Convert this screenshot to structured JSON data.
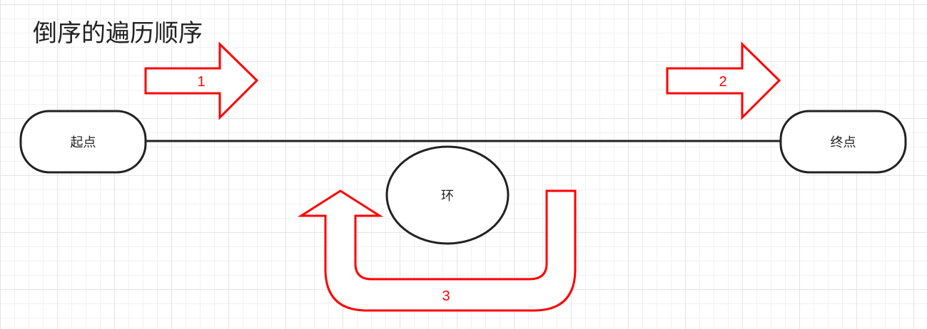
{
  "title": "倒序的遍历顺序",
  "colors": {
    "arrow": "#ff0000",
    "stroke": "#222222",
    "grid": "#e4e4e4"
  },
  "nodes": {
    "start": "起点",
    "end": "终点",
    "loop": "环"
  },
  "arrows": {
    "first": "1",
    "second": "2",
    "third": "3"
  }
}
